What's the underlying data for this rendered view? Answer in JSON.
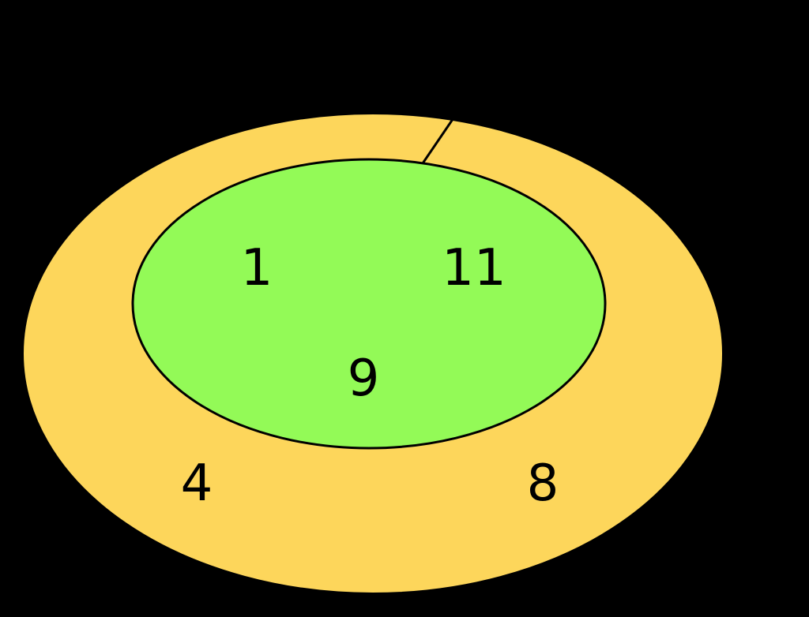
{
  "diagram": {
    "type": "euler-diagram",
    "description": "Inner set nested inside outer set",
    "background": "#000000",
    "stroke_color": "#000000",
    "outer_set": {
      "fill": "#FDD65B",
      "members": [
        "4",
        "8"
      ]
    },
    "inner_set": {
      "fill": "#93FA57",
      "members": [
        "1",
        "11",
        "9"
      ]
    }
  }
}
